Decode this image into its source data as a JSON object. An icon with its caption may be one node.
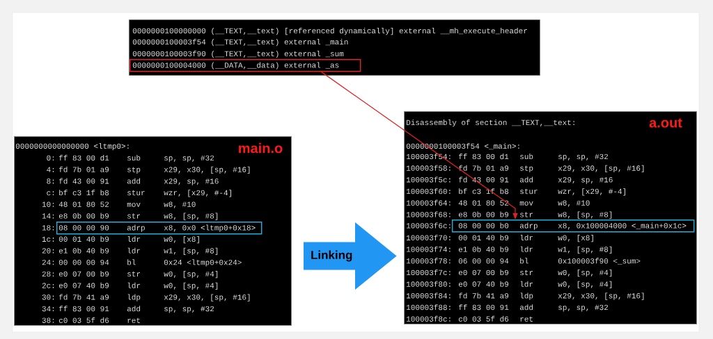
{
  "diagram": {
    "nodes": [
      {
        "text": [
          "0000000100000000 (__TEXT,__text) [referenced dynamically] external __mh_execute_header",
          "0000000100003f54 (__TEXT,__text) external _main",
          "0000000100003f90 (__TEXT,__text) external _sum"
        ]
      },
      {
        "text": [
          "0000000100004000 (__DATA,__data) external _as"
        ],
        "in": 0
      },
      {
        "text": [
          "main.o",
          "0000000000000000 <ltmp0>:",
          "0:",
          "ff 83 00 d1",
          "sub",
          "sp, sp, #32",
          "4:",
          "fd 7b 01 a9",
          "stp",
          "x29, x30, [sp, #16]",
          "8:",
          "fd 43 00 91",
          "add",
          "x29, sp, #16",
          "c:",
          "bf c3 1f b8",
          "stur",
          "wzr, [x29, #-4]",
          "10:",
          "48 01 80 52",
          "mov",
          "w8, #10",
          "14:",
          "e8 0b 00 b9",
          "str",
          "w8, [sp, #8]",
          "1c:",
          "00 01 40 b9",
          "ldr",
          "w0, [x8]",
          "20:",
          "e1 0b 40 b9",
          "ldr",
          "w1, [sp, #8]",
          "24:",
          "00 00 00 94",
          "bl",
          "0x24 <ltmp0+0x24>",
          "28:",
          "e0 07 00 b9",
          "str",
          "w0, [sp, #4]",
          "2c:",
          "e0 07 40 b9",
          "ldr",
          "w0, [sp, #4]",
          "30:",
          "fd 7b 41 a9",
          "ldp",
          "x29, x30, [sp, #16]",
          "34:",
          "ff 83 00 91",
          "add",
          "sp, sp, #32",
          "38:",
          "c0 03 5f d6",
          "ret"
        ]
      },
      {
        "text": [
          "08 00 00 90",
          "adrp",
          "x8, 0x0 <ltmp0+0x18>"
        ],
        "beside": [
          "18:"
        ],
        "in": 2
      },
      {
        "text": [
          "a.out",
          "Disassembly of section __TEXT,__text:",
          "0000000100003f54 <_main>:",
          "100003f54:",
          "ff 83 00 d1",
          "sub",
          "sp, sp, #32",
          "100003f58:",
          "fd 7b 01 a9",
          "stp",
          "x29, x30, [sp, #16]",
          "100003f5c:",
          "fd 43 00 91",
          "add",
          "x29, sp, #16",
          "100003f60:",
          "bf c3 1f b8",
          "stur",
          "wzr, [x29, #-4]",
          "100003f64:",
          "48 01 80 52",
          "mov",
          "w8, #10",
          "100003f68:",
          "e8 0b 00 b9",
          "str",
          "w8, [sp, #8]",
          "100003f70:",
          "00 01 40 b9",
          "ldr",
          "w0, [x8]",
          "100003f74:",
          "e1 0b 40 b9",
          "ldr",
          "w1, [sp, #8]",
          "100003f78:",
          "06 00 00 94",
          "bl",
          "0x100003f90 <_sum>",
          "100003f7c:",
          "e0 07 00 b9",
          "str",
          "w0, [sp, #4]",
          "100003f80:",
          "e0 07 40 b9",
          "ldr",
          "w0, [sp, #4]",
          "100003f84:",
          "fd 7b 41 a9",
          "ldp",
          "x29, x30, [sp, #16]",
          "100003f88:",
          "ff 83 00 91",
          "add",
          "sp, sp, #32",
          "100003f8c:",
          "c0 03 5f d6",
          "ret"
        ]
      },
      {
        "text": [
          "08 00 00 b0",
          "adrp",
          "x8, 0x100004000 <_main+0x1c>"
        ],
        "beside": [
          "100003f6c:"
        ],
        "in": 4
      }
    ],
    "edges": [
      {
        "from": 1,
        "to": 5,
        "arrow": "to",
        "color": "#e32222"
      },
      {
        "from": 2,
        "to": 4,
        "arrow": "to",
        "label": "Linking",
        "style": "thick",
        "color": "#2196f3"
      }
    ]
  }
}
